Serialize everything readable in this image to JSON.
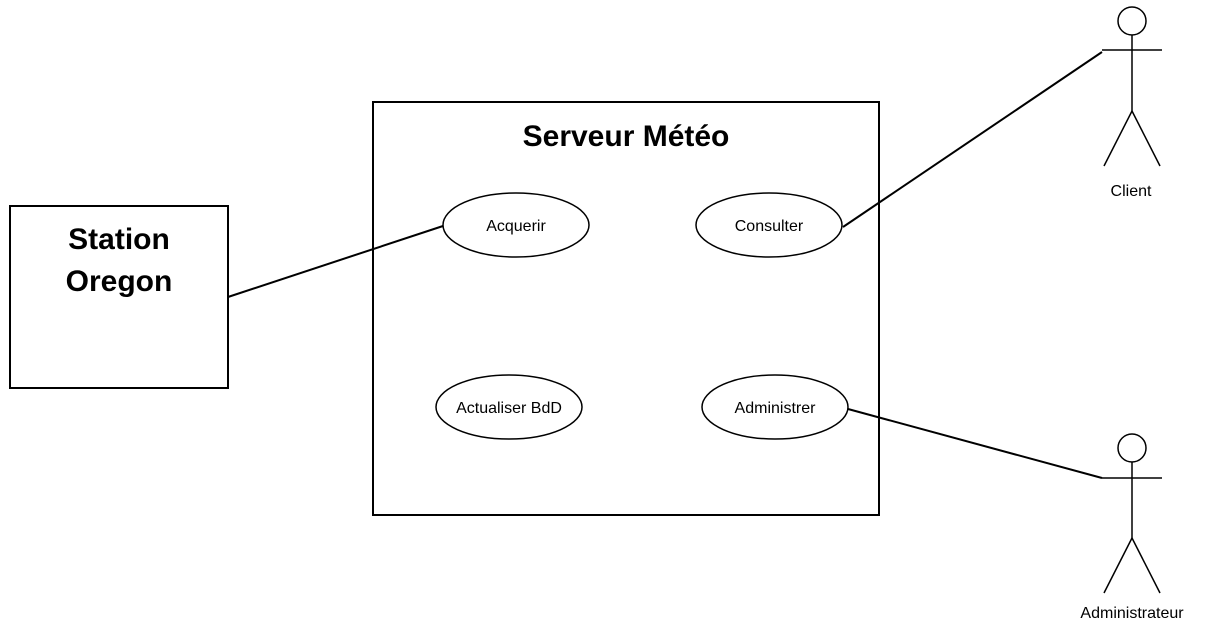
{
  "system": {
    "title": "Serveur Météo"
  },
  "station": {
    "line1": "Station",
    "line2": "Oregon"
  },
  "use_cases": {
    "acquerir": "Acquerir",
    "consulter": "Consulter",
    "actualiser": "Actualiser BdD",
    "administrer": "Administrer"
  },
  "actors": {
    "client": "Client",
    "administrateur": "Administrateur"
  }
}
